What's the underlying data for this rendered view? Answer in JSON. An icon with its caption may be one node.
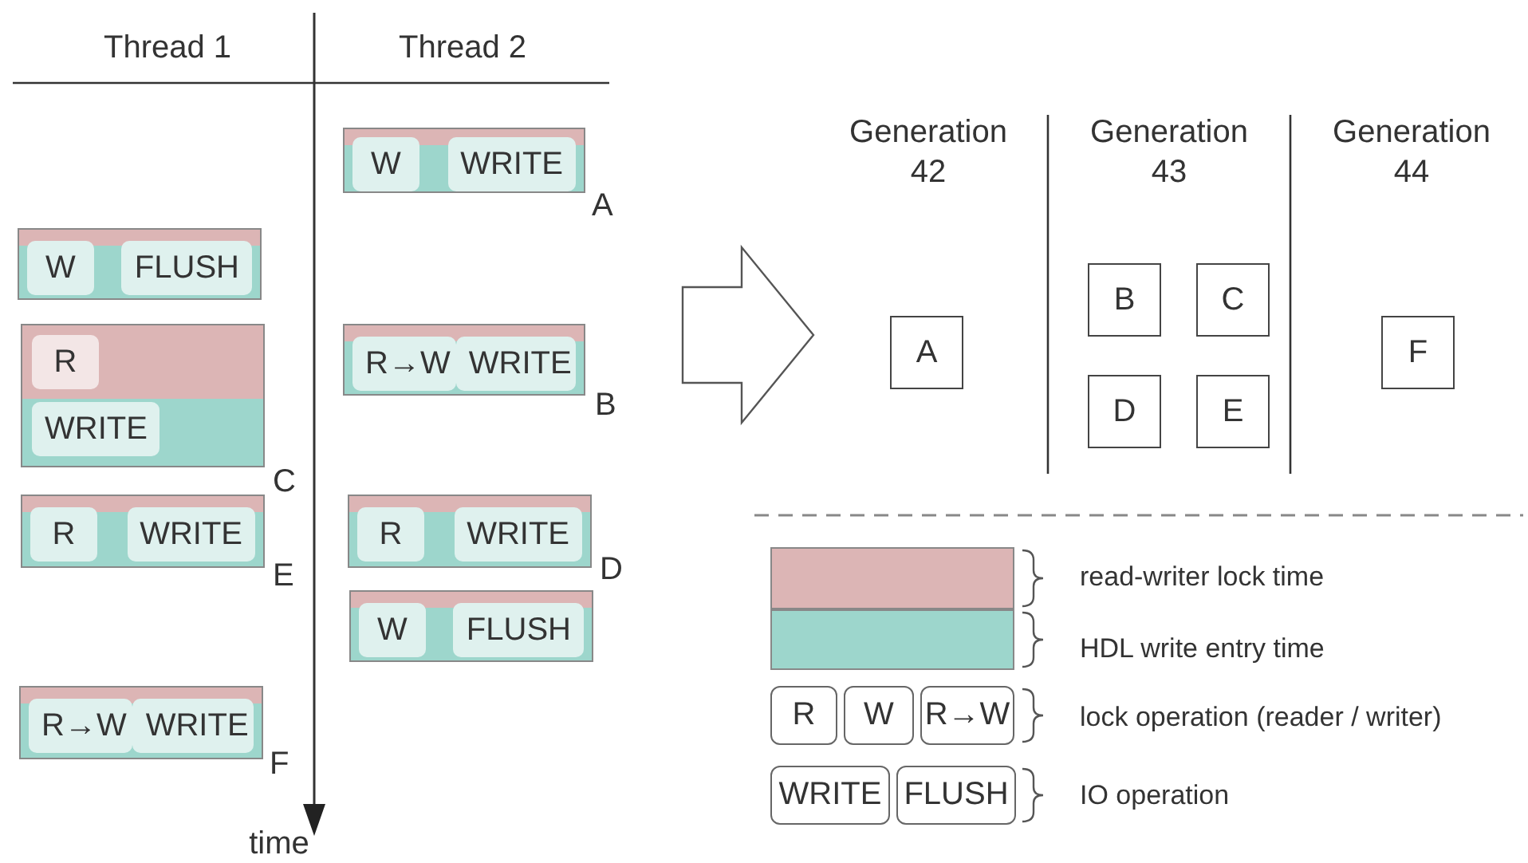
{
  "diagram": {
    "nodes": [
      {
        "text": [
          "W",
          "WRITE"
        ],
        "beside": [
          "A"
        ]
      },
      {
        "text": [
          "W",
          "FLUSH"
        ]
      },
      {
        "text": [
          "R",
          "WRITE"
        ],
        "beside": [
          "C"
        ]
      },
      {
        "text": [
          "R→W",
          "WRITE"
        ],
        "beside": [
          "B"
        ]
      },
      {
        "text": [
          "R",
          "WRITE"
        ],
        "beside": [
          "E"
        ]
      },
      {
        "text": [
          "R",
          "WRITE"
        ],
        "beside": [
          "D"
        ]
      },
      {
        "text": [
          "W",
          "FLUSH"
        ]
      },
      {
        "text": [
          "R→W",
          "WRITE"
        ],
        "beside": [
          "F"
        ]
      },
      {
        "text": [
          "A"
        ]
      },
      {
        "text": [
          "B"
        ]
      },
      {
        "text": [
          "C"
        ]
      },
      {
        "text": [
          "D"
        ]
      },
      {
        "text": [
          "E"
        ]
      },
      {
        "text": [
          "F"
        ]
      }
    ],
    "labels": [
      "Thread 1",
      "Thread 2",
      "Generation 42",
      "Generation 43",
      "Generation 44",
      "time",
      "R",
      "W",
      "R→W",
      "WRITE",
      "FLUSH"
    ],
    "legend": [
      {
        "text": "read-writer lock time",
        "color": "#dcb5b5"
      },
      {
        "text": "HDL write entry time",
        "color": "#9dd6cc"
      },
      {
        "text": "lock operation (reader / writer)"
      },
      {
        "text": "IO operation"
      }
    ]
  }
}
